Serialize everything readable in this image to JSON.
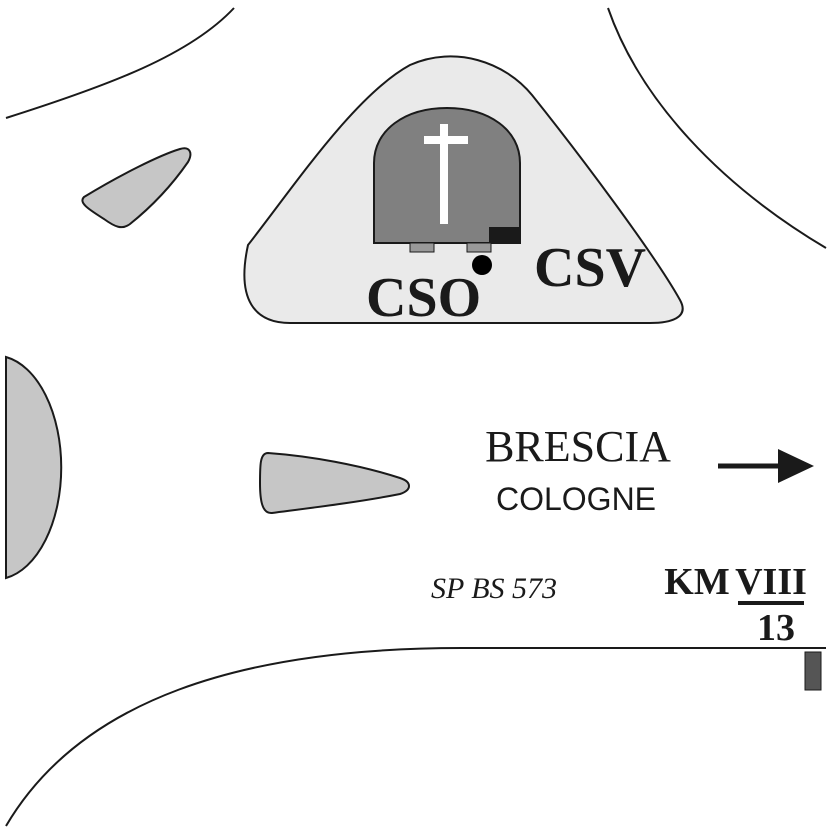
{
  "colors": {
    "background": "#ffffff",
    "line": "#1a1a1a",
    "island_fill": "#c6c6c6",
    "church_area_fill": "#eaeaea",
    "church_building_fill": "#808080",
    "cross": "#ffffff",
    "marker": "#000000",
    "km_post": "#555555"
  },
  "poi": {
    "label_left": "CSO",
    "label_right": "CSV",
    "cross_icon": "latin-cross",
    "point_marker": "black-dot"
  },
  "direction_sign": {
    "primary": "BRESCIA",
    "secondary": "COLOGNE",
    "arrow_icon": "arrow-right"
  },
  "road": {
    "code": "SP BS 573"
  },
  "kilometre_marker": {
    "prefix": "KM",
    "numerator": "VIII",
    "denominator": "13"
  }
}
